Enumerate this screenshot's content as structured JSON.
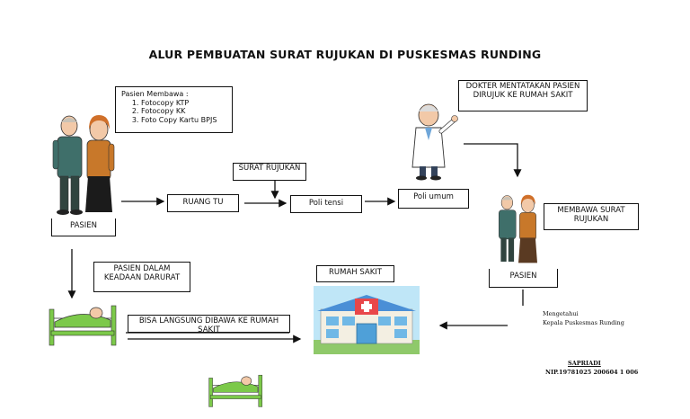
{
  "title": "ALUR PEMBUATAN SURAT RUJUKAN DI PUSKESMAS RUNDING",
  "requirements": {
    "heading": "Pasien Membawa :",
    "items": [
      "Fotocopy KTP",
      "Fotocopy KK",
      "Foto Copy Kartu BPJS"
    ]
  },
  "nodes": {
    "pasien_left": "PASIEN",
    "ruang_tu": "RUANG TU",
    "surat_rujukan": "SURAT RUJUKAN",
    "poli_tensi": "Poli tensi",
    "poli_umum": "Poli umum",
    "dokter": "DOKTER MENTATAKAN PASIEN DIRUJUK KE RUMAH SAKIT",
    "membawa_surat": "MEMBAWA SURAT RUJUKAN",
    "pasien_right": "PASIEN",
    "darurat": "PASIEN DALAM KEADAAN DARURAT",
    "rumah_sakit": "RUMAH SAKIT",
    "langsung": "BISA LANGSUNG DIBAWA KE RUMAH SAKIT"
  },
  "signature": {
    "line1": "Mengetahui",
    "line2": "Kepala Puskesmas Runding",
    "name": "SAPRIADI",
    "nip": "NIP.19781025 200604 1 006"
  },
  "colors": {
    "line": "#111111",
    "shirt_man": "#3f6f6a",
    "dress_woman": "#c8782a",
    "bed": "#7cc94a",
    "hospital_roof": "#4a8fd6",
    "sky": "#bfe6f7"
  }
}
